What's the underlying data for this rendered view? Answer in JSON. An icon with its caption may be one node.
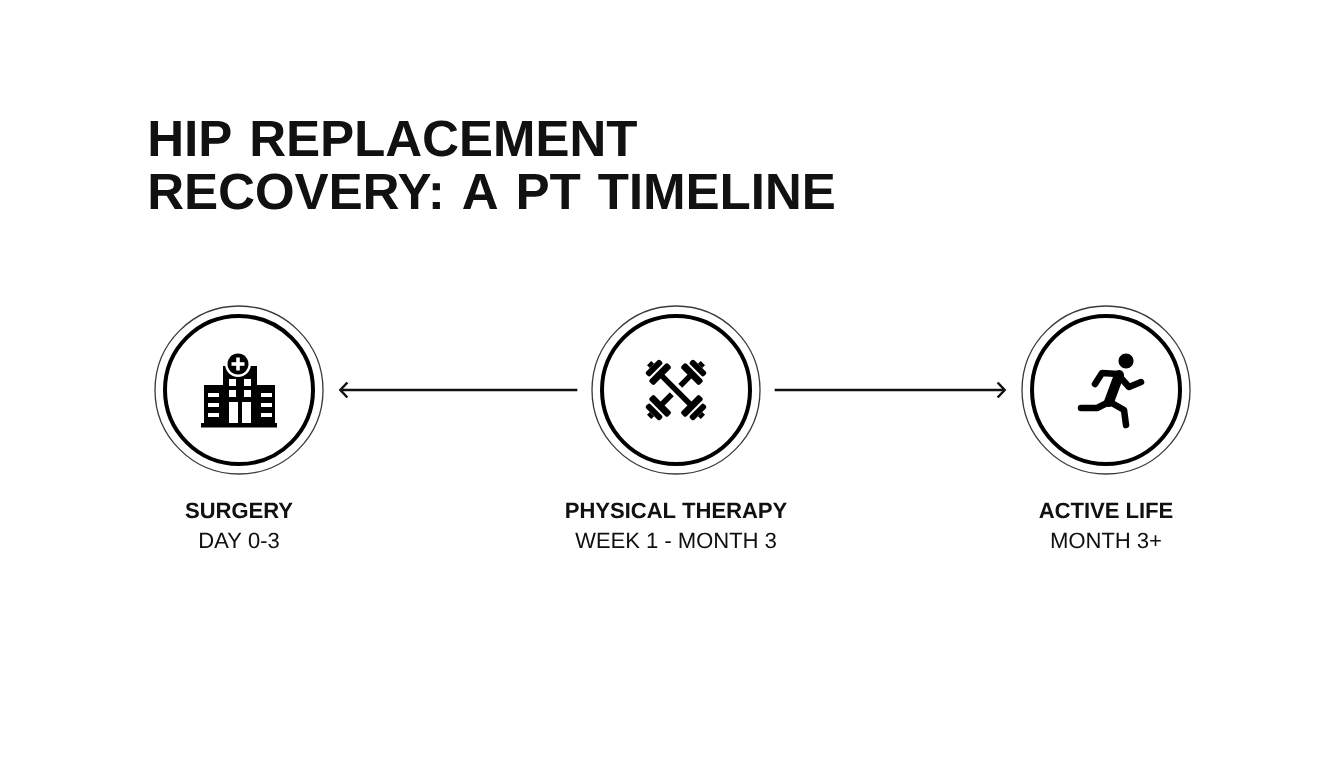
{
  "diagram": {
    "title": "HIP REPLACEMENT RECOVERY: A PT TIMELINE",
    "nodes": [
      {
        "text": [
          "SURGERY"
        ],
        "beside": [
          "DAY 0-3"
        ]
      },
      {
        "text": [
          "PHYSICAL THERAPY"
        ],
        "beside": [
          "WEEK 1 - MONTH 3"
        ]
      },
      {
        "text": [
          "ACTIVE LIFE"
        ],
        "beside": [
          "MONTH 3+"
        ]
      }
    ],
    "edges": [
      {
        "from": 1,
        "to": 0,
        "arrow": "to"
      },
      {
        "from": 1,
        "to": 2,
        "arrow": "to"
      }
    ]
  }
}
